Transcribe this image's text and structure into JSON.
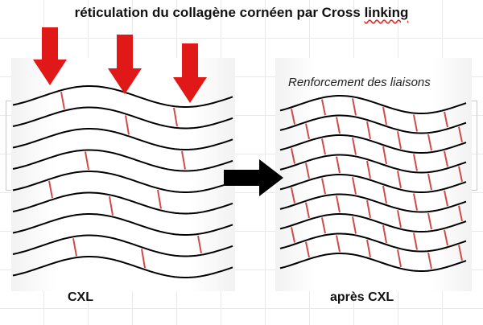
{
  "title": {
    "text_before": "réticulation du collagène cornéen par Cross ",
    "text_underlined": "linking"
  },
  "left_panel": {
    "label": "CXL"
  },
  "right_panel": {
    "label": "après CXL",
    "subtitle": "Renforcement des liaisons"
  },
  "colors": {
    "fiber": "#000000",
    "crosslink": "#d14a4a",
    "pressure_arrow": "#e01818",
    "transition_arrow": "#000000"
  },
  "icons": [
    "pressure-arrow-icon",
    "transition-arrow-icon"
  ]
}
